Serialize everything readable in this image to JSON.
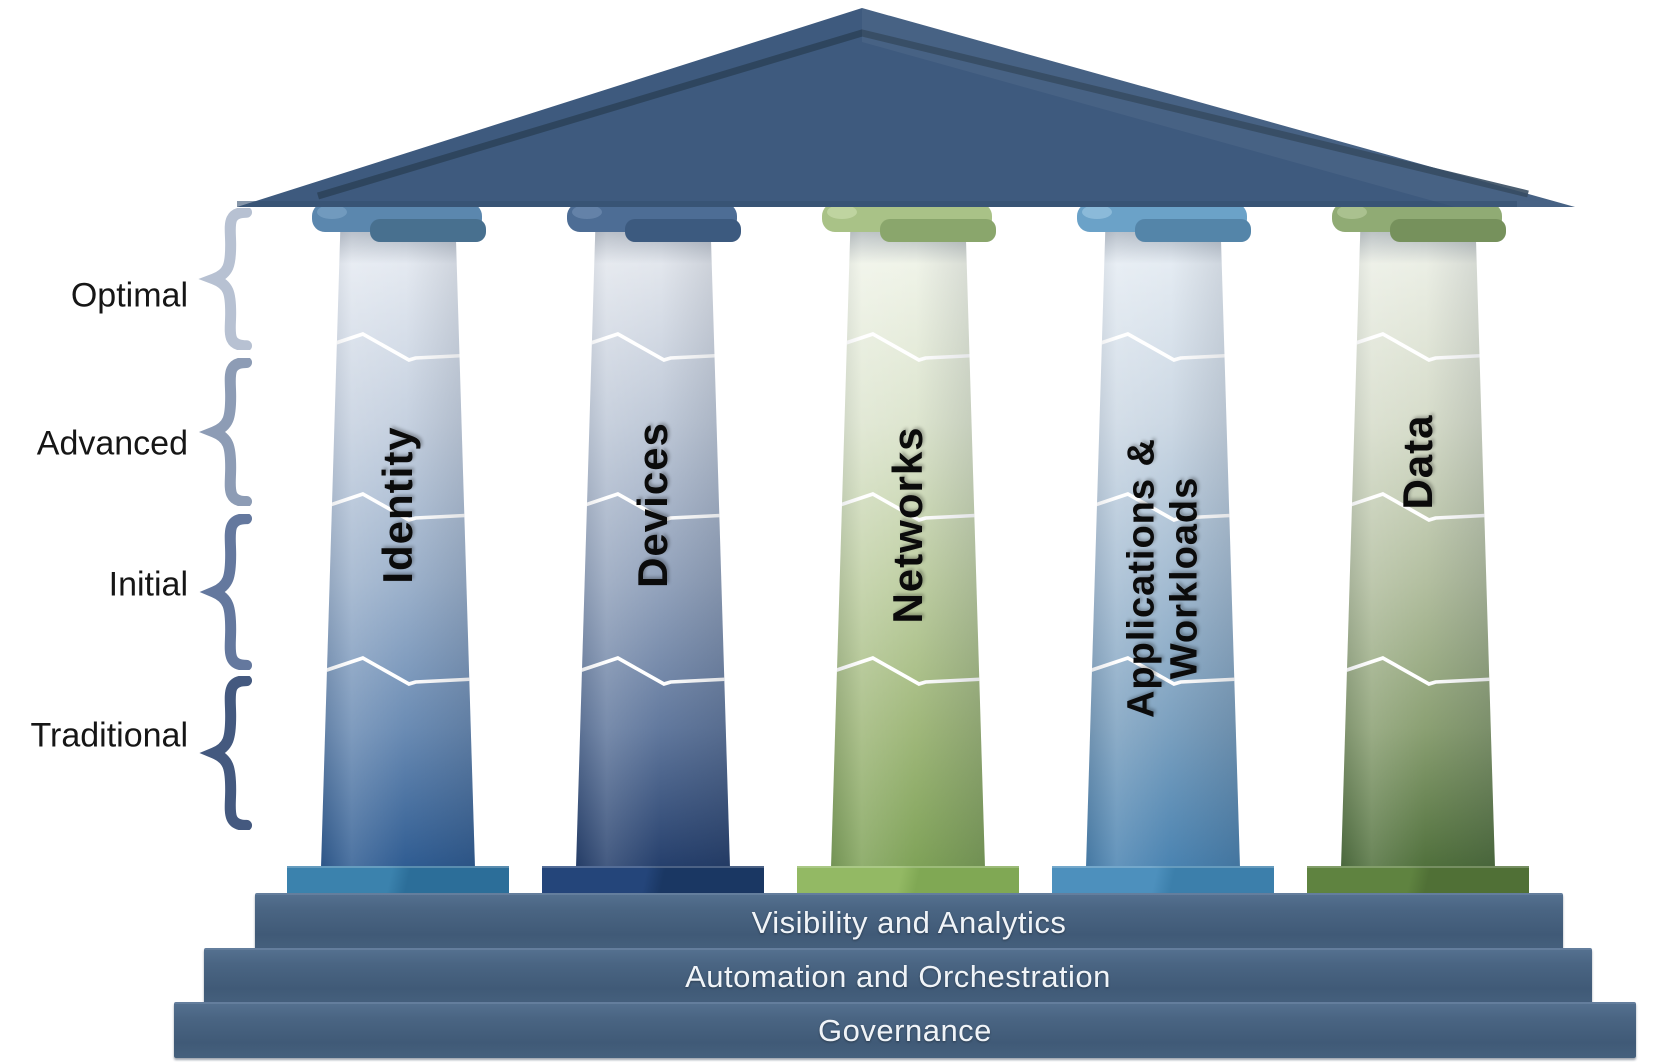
{
  "diagram": {
    "name": "Zero Trust Maturity Model temple diagram",
    "background_color": "#ffffff",
    "roof_color": "#3e5a7e",
    "roof_bevel_color": "#2b4258",
    "foundation_color": "#46617f",
    "crack_line_color": "#ffffff"
  },
  "maturity_levels": [
    {
      "label": "Optimal",
      "brace_color": "#b7c1d2"
    },
    {
      "label": "Advanced",
      "brace_color": "#8d9cb5"
    },
    {
      "label": "Initial",
      "brace_color": "#64789e"
    },
    {
      "label": "Traditional",
      "brace_color": "#44597f"
    }
  ],
  "pillars": [
    {
      "label": "Identity",
      "cap_color": "#5b87ae",
      "cap_shadow_color": "#48708f",
      "column_top_color": "#eaeef4",
      "column_bottom_color": "#2f5c92",
      "base_color": "#3b82ad"
    },
    {
      "label": "Devices",
      "cap_color": "#4d6d95",
      "cap_shadow_color": "#3c5a7f",
      "column_top_color": "#e9ecf1",
      "column_bottom_color": "#253f6c",
      "base_color": "#24457a"
    },
    {
      "label": "Networks",
      "cap_color": "#a9c287",
      "cap_shadow_color": "#8aa66c",
      "column_top_color": "#f3f6ed",
      "column_bottom_color": "#7fa258",
      "base_color": "#93b964"
    },
    {
      "label": "Applications & Workloads",
      "line1": "Applications &",
      "line2": "Workloads",
      "cap_color": "#6ba2c8",
      "cap_shadow_color": "#5485a9",
      "column_top_color": "#e9eff5",
      "column_bottom_color": "#4a83b1",
      "base_color": "#4d90bd"
    },
    {
      "label": "Data",
      "cap_color": "#90ab74",
      "cap_shadow_color": "#76915c",
      "column_top_color": "#eff2ea",
      "column_bottom_color": "#50703c",
      "base_color": "#5f8340"
    }
  ],
  "foundation_layers": [
    {
      "label": "Visibility and Analytics"
    },
    {
      "label": "Automation and Orchestration"
    },
    {
      "label": "Governance"
    }
  ]
}
